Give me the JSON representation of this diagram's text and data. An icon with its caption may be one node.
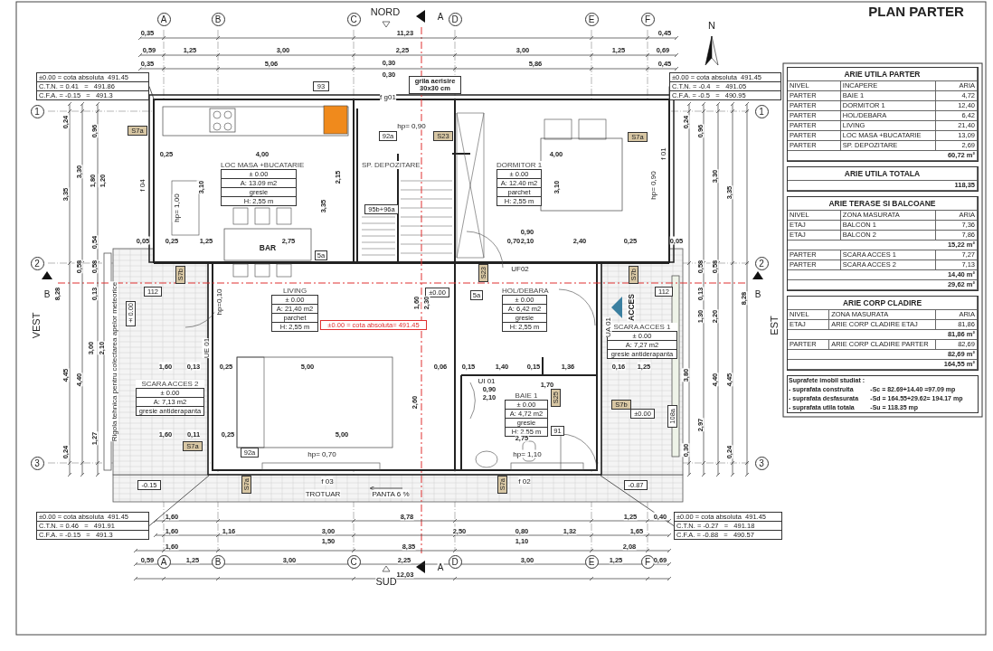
{
  "diagram": {
    "nodes": [
      {
        "text": [
          "LOC MASA +BUCATARIE",
          "± 0.00",
          "A: 13.09 m2",
          "gresie",
          "H: 2,55 m"
        ]
      },
      {
        "text": [
          "SP. DEPOZITARE"
        ]
      },
      {
        "text": [
          "DORMITOR 1",
          "± 0.00",
          "A: 12.40 m2",
          "parchet",
          "H: 2,55 m"
        ]
      },
      {
        "text": [
          "LIVING",
          "± 0.00",
          "A: 21,40 m2",
          "parchet",
          "H: 2,55 m"
        ]
      },
      {
        "text": [
          "HOL/DEBARA",
          "± 0.00",
          "A: 6,42 m2",
          "gresie",
          "H: 2,55 m"
        ]
      },
      {
        "text": [
          "BAIE 1",
          "± 0.00",
          "A: 4,72 m2",
          "gresie",
          "H: 2,55 m"
        ]
      },
      {
        "text": [
          "SCARA ACCES 1",
          "± 0.00",
          "A: 7,27 m2",
          "gresie antiderapanta"
        ]
      },
      {
        "text": [
          "SCARA ACCES 2",
          "± 0.00",
          "A: 7,13 m2",
          "gresie antiderapanta"
        ]
      },
      {
        "text": [
          "±0.00 = cota absoluta= 491.45"
        ]
      },
      {
        "text": [
          "±0.00 = cota absoluta  491.45",
          "C.T.N. = 0.41   =   491.86",
          "C.F.A. = -0.15   =   491.3"
        ]
      },
      {
        "text": [
          "±0.00 = cota absoluta  491.45",
          "C.T.N. = -0.4   =   491.05",
          "C.F.A. = -0.5   =   490.95"
        ]
      },
      {
        "text": [
          "±0.00 = cota absoluta  491.45",
          "C.T.N. = 0.46   =   491.91",
          "C.F.A. = -0.15   =   491.3"
        ]
      },
      {
        "text": [
          "±0.00 = cota absoluta  491.45",
          "C.T.N. = -0.27   =   491.18",
          "C.F.A. = -0.88   =   490.57"
        ]
      },
      {
        "text": [
          "grila aerisire 30x30 cm"
        ]
      },
      {
        "text": [
          "93"
        ]
      },
      {
        "text": [
          "S7a"
        ]
      },
      {
        "text": [
          "92a"
        ]
      },
      {
        "text": [
          "S23"
        ]
      },
      {
        "text": [
          "S7a"
        ]
      },
      {
        "text": [
          "95b+96a"
        ]
      },
      {
        "text": [
          "5a"
        ]
      },
      {
        "text": [
          "112"
        ]
      },
      {
        "text": [
          "S7b"
        ]
      },
      {
        "text": [
          "5a"
        ]
      },
      {
        "text": [
          "S7b"
        ]
      },
      {
        "text": [
          "112"
        ]
      },
      {
        "text": [
          "S25"
        ]
      },
      {
        "text": [
          "S7b"
        ]
      },
      {
        "text": [
          "S7a"
        ]
      },
      {
        "text": [
          "92a"
        ]
      },
      {
        "text": [
          "91"
        ]
      },
      {
        "text": [
          "108a"
        ]
      },
      {
        "text": [
          "±0.00"
        ]
      },
      {
        "text": [
          "S23"
        ]
      },
      {
        "text": [
          "±0.00"
        ]
      },
      {
        "text": [
          "±0.00"
        ]
      },
      {
        "text": [
          "S7a"
        ]
      },
      {
        "text": [
          "S7a"
        ]
      },
      {
        "text": [
          "-0.15"
        ]
      },
      {
        "text": [
          "-0.87"
        ]
      },
      {
        "text": [
          "ARIE UTILA PARTER",
          "NIVEL",
          "INCAPERE",
          "ARIA",
          "PARTER",
          "BAIE 1",
          "4,72",
          "PARTER",
          "DORMITOR 1",
          "12,40",
          "PARTER",
          "HOL/DEBARA",
          "6,42",
          "PARTER",
          "LIVING",
          "21,40",
          "PARTER",
          "LOC MASA +BUCATARIE",
          "13,09",
          "PARTER",
          "SP. DEPOZITARE",
          "2,69",
          "60,72 m²"
        ]
      },
      {
        "text": [
          "ARIE UTILA TOTALA",
          "118,35"
        ]
      },
      {
        "text": [
          "ARIE TERASE SI BALCOANE",
          "NIVEL",
          "ZONA MASURATA",
          "ARIA",
          "ETAJ",
          "BALCON 1",
          "7,36",
          "ETAJ",
          "BALCON 2",
          "7,86",
          "15,22 m²",
          "PARTER",
          "SCARA ACCES 1",
          "7,27",
          "PARTER",
          "SCARA ACCES 2",
          "7,13",
          "14,40 m²",
          "29,62 m²"
        ]
      },
      {
        "text": [
          "ARIE CORP CLADIRE",
          "NIVEL",
          "ZONA MASURATA",
          "ARIA",
          "ETAJ",
          "ARIE CORP CLADIRE ETAJ",
          "81,86",
          "81,86 m²",
          "PARTER",
          "ARIE CORP CLADIRE PARTER",
          "82,69",
          "82,69 m²",
          "164,55 m²"
        ]
      },
      {
        "text": [
          "Suprafete imobil studiat :",
          "- suprafata construita",
          "-Sc  =  82.69+14.40 =97.09 mp",
          "- suprafata desfasurata",
          "-Sd = 164.55+29.62= 194.17 mp",
          "- suprafata utila totala",
          "-Su = 118.35 mp"
        ]
      },
      {
        "text": [
          "A"
        ]
      },
      {
        "text": [
          "B"
        ]
      },
      {
        "text": [
          "C"
        ]
      },
      {
        "text": [
          "D"
        ]
      },
      {
        "text": [
          "E"
        ]
      },
      {
        "text": [
          "F"
        ]
      },
      {
        "text": [
          "A"
        ]
      },
      {
        "text": [
          "B"
        ]
      },
      {
        "text": [
          "C"
        ]
      },
      {
        "text": [
          "D"
        ]
      },
      {
        "text": [
          "E"
        ]
      },
      {
        "text": [
          "F"
        ]
      },
      {
        "text": [
          "1"
        ]
      },
      {
        "text": [
          "2"
        ]
      },
      {
        "text": [
          "3"
        ]
      },
      {
        "text": [
          "1"
        ]
      },
      {
        "text": [
          "2"
        ]
      },
      {
        "text": [
          "3"
        ]
      }
    ],
    "edges": [
      {
        "from": 9,
        "to": null,
        "arrow": "none"
      },
      {
        "from": 10,
        "to": null,
        "arrow": "none"
      },
      {
        "from": 11,
        "to": null,
        "arrow": "none"
      },
      {
        "from": 12,
        "to": null,
        "arrow": "none"
      }
    ],
    "labels": [
      "NORD",
      "A",
      "PLAN PARTER",
      "N",
      "0,35",
      "11,23",
      "0,45",
      "0,59",
      "1,25",
      "3,00",
      "2,25",
      "3,00",
      "1,25",
      "0,69",
      "0,35",
      "5,06",
      "0,30",
      "0,30",
      "5,86",
      "0,45",
      "f g01",
      "hp= 0,90",
      "0,25",
      "4,00",
      "4,00",
      "f 04",
      "hp= 1,00",
      "3,10",
      "2,15",
      "3,35",
      "3,10",
      "hp= 0,90",
      "f 01",
      "0,05",
      "0,25",
      "1,25",
      "2,75",
      "0,70",
      "0,90",
      "2,10",
      "2,40",
      "0,25",
      "0,05",
      "BAR",
      "UF02",
      "hp=0,10",
      "1,60",
      "2,30",
      "UA 01",
      "ACCES",
      "UE 01",
      "1,60",
      "0,13",
      "0,25",
      "5,00",
      "0,06",
      "0,15",
      "1,40",
      "0,15",
      "1,36",
      "0,16",
      "1,25",
      "UI 01",
      "0,90",
      "2,10",
      "1,70",
      "2,60",
      "Rigola tehnica pentru colectarea apelor meteorice",
      "1,60",
      "0,11",
      "0,25",
      "5,00",
      "2,75",
      "hp= 0,70",
      "hp= 1,10",
      "f 03",
      "f 02",
      "TROTUAR",
      "PANTA 6 %",
      "1,60",
      "8,78",
      "1,25",
      "0,40",
      "1,60",
      "1,16",
      "3,00",
      "2,50",
      "0,80",
      "1,32",
      "1,65",
      "1,50",
      "1,10",
      "1,60",
      "8,35",
      "2,08",
      "0,59",
      "1,25",
      "3,00",
      "2,25",
      "3,00",
      "1,25",
      "0,69",
      "12,03",
      "SUD",
      "A",
      "0,24",
      "0,96",
      "3,30",
      "1,80",
      "1,20",
      "3,35",
      "0,54",
      "0,58",
      "0,58",
      "B",
      "8,28",
      "0,13",
      "VEST",
      "3,00",
      "2,10",
      "4,45",
      "4,40",
      "1,27",
      "0,24",
      "0,24",
      "0,96",
      "3,30",
      "3,35",
      "0,58",
      "0,58",
      "8,28",
      "B",
      "0,13",
      "1,30",
      "2,20",
      "EST",
      "3,80",
      "4,40",
      "4,45",
      "2,97",
      "0,30",
      "0,24"
    ]
  }
}
